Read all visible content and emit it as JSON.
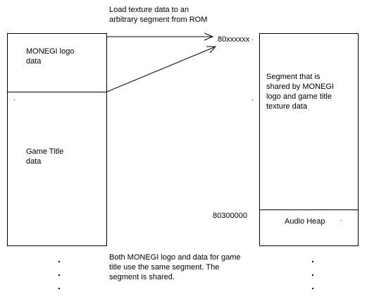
{
  "caption_top": "Load texture data to an\narbitrary segment from ROM",
  "left_column": {
    "logo_label": "MONEGI logo\ndata",
    "title_label": "Game Title\ndata"
  },
  "right_column": {
    "address_top": "80xxxxxx",
    "segment_label": "Segment that is\nshared by MONEGI\nlogo and game title\ntexture data",
    "address_bottom": "80300000",
    "audio_heap_label": "Audio Heap"
  },
  "caption_bottom": "Both MONEGI logo and data for game\ntitle use the same segment. The\nsegment is shared.",
  "colors": {
    "line": "#000000",
    "background": "#ffffff"
  }
}
